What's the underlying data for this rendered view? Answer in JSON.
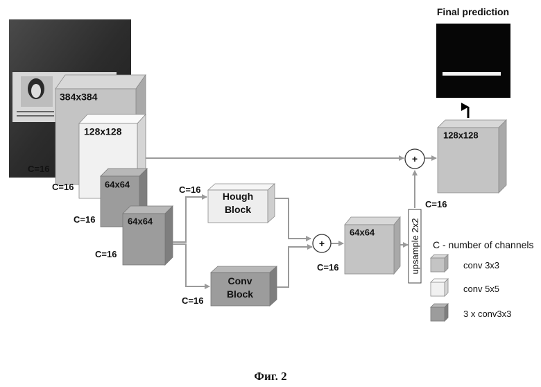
{
  "final_prediction": {
    "title": "Final prediction"
  },
  "blocks": {
    "b384": {
      "size": "384x384",
      "channels": "C=16"
    },
    "b128": {
      "size": "128x128",
      "channels": "C=16"
    },
    "b64a": {
      "size": "64x64",
      "channels": "C=16"
    },
    "b64b": {
      "size": "64x64",
      "channels": "C=16"
    },
    "hough": {
      "line1": "Hough",
      "line2": "Block",
      "channels": "C=16"
    },
    "conv": {
      "line1": "Conv",
      "line2": "Block",
      "channels": "C=16"
    },
    "merged": {
      "size": "64x64",
      "channels": "C=16"
    },
    "out": {
      "size": "128x128",
      "channels": "C=16"
    }
  },
  "ops": {
    "plus": "+",
    "upsample": "upsample 2x2"
  },
  "legend": {
    "title": "C - number of channels",
    "items": [
      {
        "label": "conv 3x3",
        "color": "#c4c4c4"
      },
      {
        "label": "conv 5x5",
        "color": "#f1f1f1"
      },
      {
        "label": "3 x conv3x3",
        "color": "#9c9c9c"
      }
    ]
  },
  "caption": "Фиг. 2"
}
